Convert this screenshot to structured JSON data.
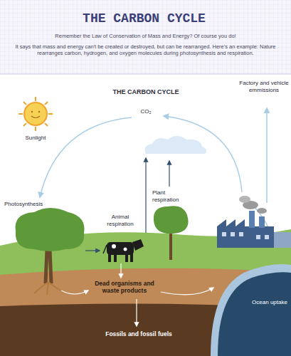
{
  "diagram": {
    "title": "THE CARBON CYCLE",
    "labels": [
      "Remember the Law of Conservation of Mass and Energy? Of course you do!",
      "It says that mass and energy can't be created or destroyed, but can be rearranged. Here's an example: Nature rearranges carbon, hydrogen, and oxygen molecules during photosynthesis and respiration.",
      "THE CARBON CYCLE",
      "CO₂",
      "Sunlight",
      "Factory and vehicle emmissions",
      "Photosynthesis",
      "Plant respiration",
      "Animal respiration",
      "Dead organisms and waste products",
      "Ocean uptake",
      "Fossils and fossil fuels"
    ]
  }
}
